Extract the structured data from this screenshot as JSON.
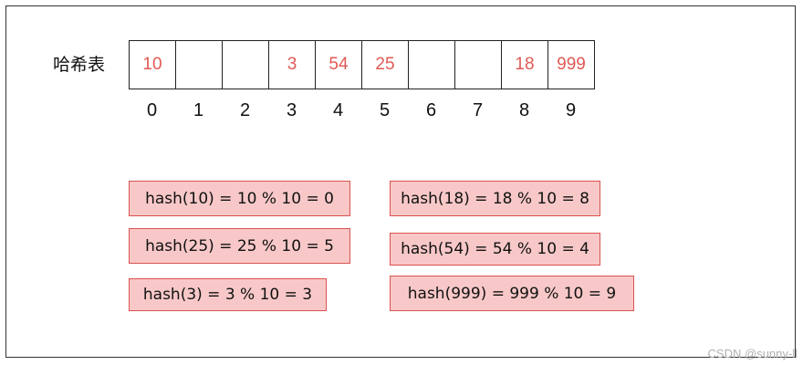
{
  "title": "哈希表",
  "cells": [
    "10",
    "",
    "",
    "3",
    "54",
    "25",
    "",
    "",
    "18",
    "999"
  ],
  "indices": [
    "0",
    "1",
    "2",
    "3",
    "4",
    "5",
    "6",
    "7",
    "8",
    "9"
  ],
  "formulas": [
    "hash(10) = 10 % 10 = 0",
    "hash(25) = 25 % 10 = 5",
    "hash(3) = 3 % 10 = 3",
    "hash(18) = 18 % 10 = 8",
    "hash(54) = 54 % 10 = 4",
    "hash(999) = 999 % 10 = 9"
  ],
  "watermark": "CSDN @sunny-ll",
  "colors": {
    "value_text": "#e05a55",
    "box_fill": "#f8c8c8",
    "box_border": "#d9534f"
  }
}
